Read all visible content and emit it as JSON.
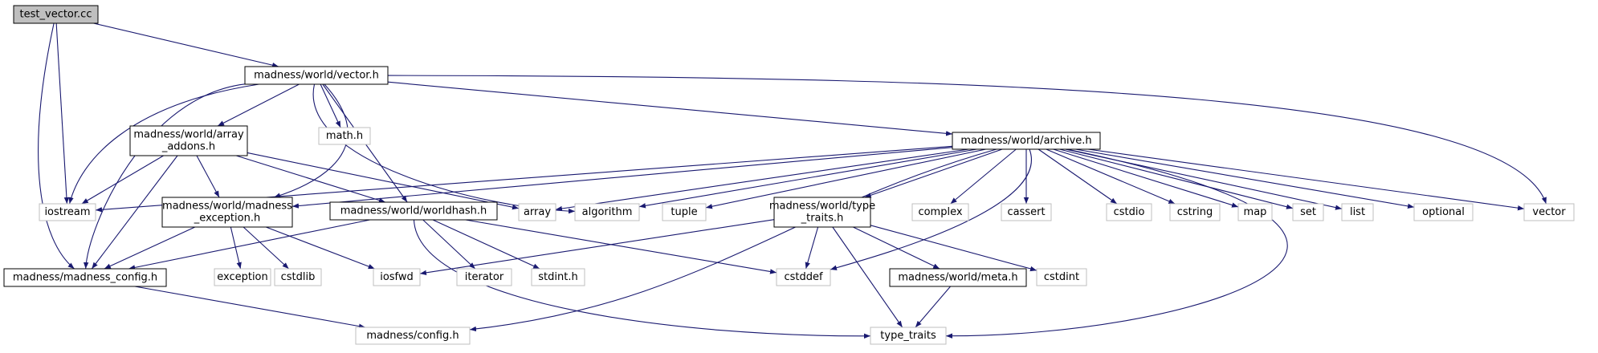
{
  "colors": {
    "edge": "#191970",
    "node_border": "#000000",
    "node_border_missing": "#bfbfbf",
    "root_fill": "#bfbfbf",
    "node_fill": "#ffffff",
    "text": "#000000"
  },
  "nodes": [
    {
      "id": "test_vector",
      "lines": [
        "test_vector.cc"
      ],
      "style": "root"
    },
    {
      "id": "vector_h",
      "lines": [
        "madness/world/vector.h"
      ],
      "style": "header"
    },
    {
      "id": "array_addons",
      "lines": [
        "madness/world/array",
        "_addons.h"
      ],
      "style": "header"
    },
    {
      "id": "math_h",
      "lines": [
        "math.h"
      ],
      "style": "system"
    },
    {
      "id": "archive_h",
      "lines": [
        "madness/world/archive.h"
      ],
      "style": "header"
    },
    {
      "id": "iostream",
      "lines": [
        "iostream"
      ],
      "style": "system"
    },
    {
      "id": "madness_exception",
      "lines": [
        "madness/world/madness",
        "_exception.h"
      ],
      "style": "header"
    },
    {
      "id": "worldhash",
      "lines": [
        "madness/world/worldhash.h"
      ],
      "style": "header"
    },
    {
      "id": "array",
      "lines": [
        "array"
      ],
      "style": "system"
    },
    {
      "id": "algorithm",
      "lines": [
        "algorithm"
      ],
      "style": "system"
    },
    {
      "id": "tuple",
      "lines": [
        "tuple"
      ],
      "style": "system"
    },
    {
      "id": "type_traits_h",
      "lines": [
        "madness/world/type",
        "_traits.h"
      ],
      "style": "header"
    },
    {
      "id": "complex",
      "lines": [
        "complex"
      ],
      "style": "system"
    },
    {
      "id": "cassert",
      "lines": [
        "cassert"
      ],
      "style": "system"
    },
    {
      "id": "cstdio",
      "lines": [
        "cstdio"
      ],
      "style": "system"
    },
    {
      "id": "cstring",
      "lines": [
        "cstring"
      ],
      "style": "system"
    },
    {
      "id": "map",
      "lines": [
        "map"
      ],
      "style": "system"
    },
    {
      "id": "set",
      "lines": [
        "set"
      ],
      "style": "system"
    },
    {
      "id": "list",
      "lines": [
        "list"
      ],
      "style": "system"
    },
    {
      "id": "optional",
      "lines": [
        "optional"
      ],
      "style": "system"
    },
    {
      "id": "vector",
      "lines": [
        "vector"
      ],
      "style": "system"
    },
    {
      "id": "madness_config",
      "lines": [
        "madness/madness_config.h"
      ],
      "style": "header"
    },
    {
      "id": "exception",
      "lines": [
        "exception"
      ],
      "style": "system"
    },
    {
      "id": "cstdlib",
      "lines": [
        "cstdlib"
      ],
      "style": "system"
    },
    {
      "id": "iosfwd",
      "lines": [
        "iosfwd"
      ],
      "style": "system"
    },
    {
      "id": "iterator",
      "lines": [
        "iterator"
      ],
      "style": "system"
    },
    {
      "id": "stdint_h",
      "lines": [
        "stdint.h"
      ],
      "style": "system"
    },
    {
      "id": "cstddef",
      "lines": [
        "cstddef"
      ],
      "style": "system"
    },
    {
      "id": "meta_h",
      "lines": [
        "madness/world/meta.h"
      ],
      "style": "header"
    },
    {
      "id": "cstdint",
      "lines": [
        "cstdint"
      ],
      "style": "system"
    },
    {
      "id": "config_h",
      "lines": [
        "madness/config.h"
      ],
      "style": "system"
    },
    {
      "id": "type_traits",
      "lines": [
        "type_traits"
      ],
      "style": "system"
    }
  ],
  "edges": [
    [
      "test_vector",
      "vector_h"
    ],
    [
      "test_vector",
      "iostream"
    ],
    [
      "test_vector",
      "madness_config"
    ],
    [
      "vector_h",
      "madness_config"
    ],
    [
      "vector_h",
      "iostream"
    ],
    [
      "vector_h",
      "array_addons"
    ],
    [
      "vector_h",
      "algorithm"
    ],
    [
      "vector_h",
      "madness_exception"
    ],
    [
      "vector_h",
      "math_h"
    ],
    [
      "vector_h",
      "worldhash"
    ],
    [
      "vector_h",
      "archive_h"
    ],
    [
      "vector_h",
      "vector"
    ],
    [
      "array_addons",
      "iostream"
    ],
    [
      "array_addons",
      "madness_config"
    ],
    [
      "array_addons",
      "madness_exception"
    ],
    [
      "array_addons",
      "worldhash"
    ],
    [
      "array_addons",
      "array"
    ],
    [
      "archive_h",
      "iostream"
    ],
    [
      "archive_h",
      "madness_exception"
    ],
    [
      "archive_h",
      "array"
    ],
    [
      "archive_h",
      "algorithm"
    ],
    [
      "archive_h",
      "tuple"
    ],
    [
      "archive_h",
      "config_h"
    ],
    [
      "archive_h",
      "type_traits_h"
    ],
    [
      "archive_h",
      "complex"
    ],
    [
      "archive_h",
      "cassert"
    ],
    [
      "archive_h",
      "cstddef"
    ],
    [
      "archive_h",
      "cstdio"
    ],
    [
      "archive_h",
      "cstring"
    ],
    [
      "archive_h",
      "map"
    ],
    [
      "archive_h",
      "set"
    ],
    [
      "archive_h",
      "list"
    ],
    [
      "archive_h",
      "optional"
    ],
    [
      "archive_h",
      "vector"
    ],
    [
      "archive_h",
      "type_traits"
    ],
    [
      "madness_exception",
      "madness_config"
    ],
    [
      "madness_exception",
      "exception"
    ],
    [
      "madness_exception",
      "cstdlib"
    ],
    [
      "madness_exception",
      "iosfwd"
    ],
    [
      "worldhash",
      "madness_config"
    ],
    [
      "worldhash",
      "iterator"
    ],
    [
      "worldhash",
      "stdint_h"
    ],
    [
      "worldhash",
      "cstddef"
    ],
    [
      "worldhash",
      "type_traits"
    ],
    [
      "type_traits_h",
      "iosfwd"
    ],
    [
      "type_traits_h",
      "cstddef"
    ],
    [
      "type_traits_h",
      "type_traits"
    ],
    [
      "type_traits_h",
      "meta_h"
    ],
    [
      "type_traits_h",
      "cstdint"
    ],
    [
      "meta_h",
      "type_traits"
    ],
    [
      "madness_config",
      "config_h"
    ]
  ]
}
